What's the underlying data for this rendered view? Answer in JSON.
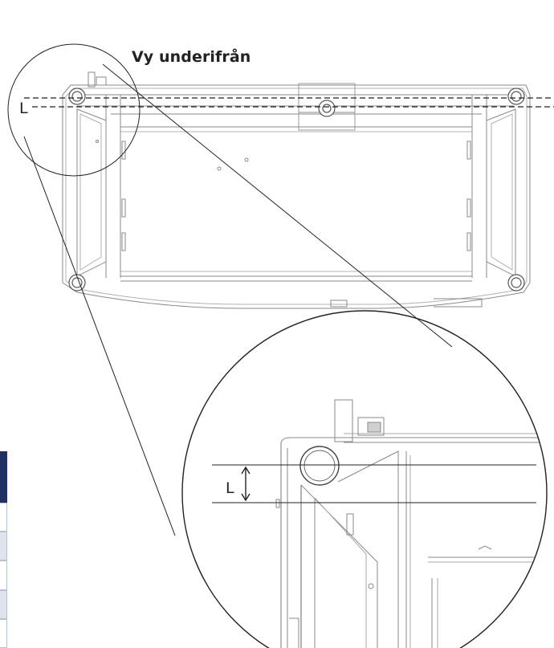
{
  "title": "Vy underifrån",
  "dimension_label": "L",
  "zoom_dimension_label": "L",
  "colors": {
    "line": "#8a8a8a",
    "dark_line": "#222222",
    "table_header": "#1e3160",
    "table_band": "#dfe3ec"
  }
}
